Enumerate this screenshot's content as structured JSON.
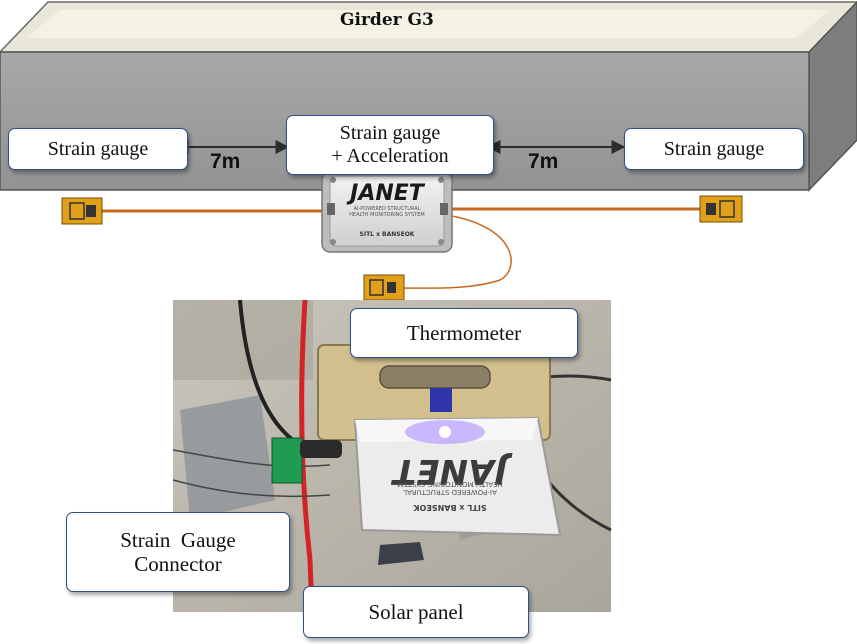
{
  "girder": {
    "title": "Girder  G3"
  },
  "labels": {
    "strain_left": "Strain gauge",
    "strain_center_line1": "Strain gauge",
    "strain_center_line2": "+ Acceleration",
    "strain_right": "Strain gauge",
    "thermometer": "Thermometer",
    "connector_line1": "Strain  Gauge",
    "connector_line2": "Connector",
    "solar_panel": "Solar panel"
  },
  "distances": {
    "left": "7m",
    "right": "7m"
  },
  "device": {
    "brand": "JANET",
    "subtitle_line1": "AI-POWERED STRUCTURAL",
    "subtitle_line2": "HEALTH MONITORING SYSTEM",
    "maker": "SITL  x  BANSEOK"
  },
  "colors": {
    "girder_front": "#9e9e9e",
    "girder_top": "#e9e8d8",
    "girder_side": "#7d7d7d",
    "label_border": "#2f4f8f",
    "wire": "#c9691f",
    "gauge": "#e0a019"
  }
}
